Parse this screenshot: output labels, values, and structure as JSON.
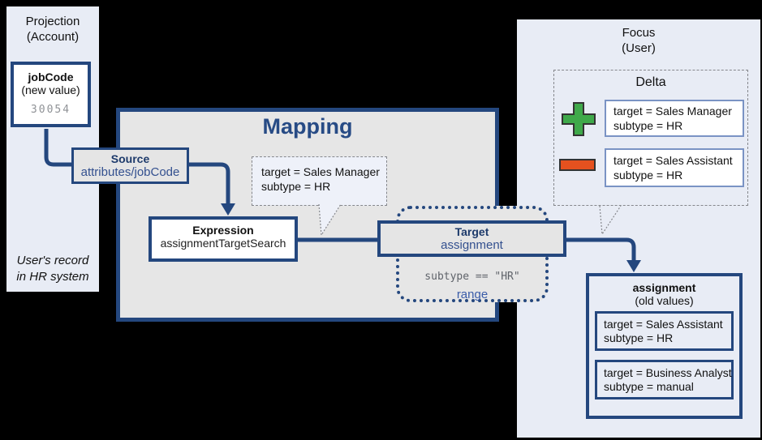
{
  "colors": {
    "background": "#000000",
    "panel_blue": "#e8ecf5",
    "mapping_gray": "#e6e6e6",
    "border_navy": "#24477e",
    "label_navy": "#1d3a6b",
    "value_blue": "#33508f",
    "bubble_fill": "#eef1f9",
    "plus_green": "#3fa94a",
    "minus_orange": "#e5511f",
    "mono_gray": "#8f9296"
  },
  "left_panel": {
    "title_line1": "Projection",
    "title_line2": "(Account)",
    "attribute_box": {
      "name": "jobCode",
      "qualifier": "(new value)",
      "value": "30054"
    },
    "footer_line1": "User's record",
    "footer_line2": "in HR system"
  },
  "mapping": {
    "title": "Mapping",
    "source": {
      "label": "Source",
      "value": "attributes/jobCode"
    },
    "expression": {
      "label": "Expression",
      "value": "assignmentTargetSearch"
    },
    "target": {
      "label": "Target",
      "value": "assignment"
    },
    "range": {
      "condition": "subtype == \"HR\"",
      "label": "range"
    }
  },
  "result_bubble": {
    "line1": "target = Sales Manager",
    "line2": "subtype = HR"
  },
  "focus_panel": {
    "title_line1": "Focus",
    "title_line2": "(User)",
    "delta": {
      "title": "Delta",
      "items": [
        {
          "op": "add",
          "icon": "plus-icon",
          "line1": "target = Sales Manager",
          "line2": "subtype = HR"
        },
        {
          "op": "remove",
          "icon": "minus-icon",
          "line1": "target = Sales Assistant",
          "line2": "subtype = HR"
        }
      ]
    },
    "assignment_box": {
      "title": "assignment",
      "qualifier": "(old values)",
      "items": [
        {
          "line1": "target = Sales Assistant",
          "line2": "subtype = HR"
        },
        {
          "line1": "target = Business Analyst",
          "line2": "subtype = manual"
        }
      ]
    }
  }
}
